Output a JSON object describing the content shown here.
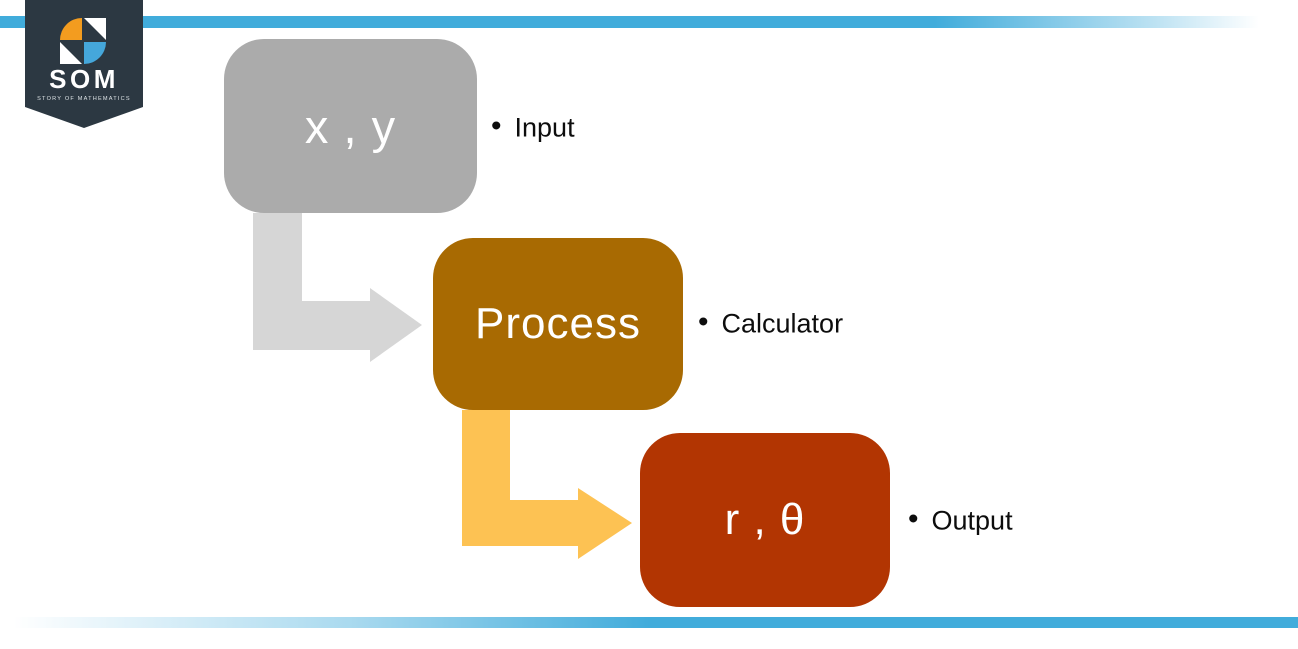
{
  "branding": {
    "logo_text": "SOM",
    "logo_caption": "STORY OF MATHEMATICS",
    "badge_color": "#2C3842",
    "logo_orange": "#F39C1F",
    "logo_blue": "#45A7DB"
  },
  "decor": {
    "accent_blue": "#41ACDB"
  },
  "diagram": {
    "bullet_char": "•",
    "nodes": [
      {
        "id": "input",
        "label": "x , y",
        "fill": "#ABABAB",
        "annotation": "Input"
      },
      {
        "id": "process",
        "label": "Process",
        "fill": "#A86A02",
        "annotation": "Calculator"
      },
      {
        "id": "output",
        "label": "r , θ",
        "fill": "#B23502",
        "annotation": "Output"
      }
    ],
    "connectors": [
      {
        "from": "input",
        "to": "process",
        "color": "#D6D6D6"
      },
      {
        "from": "process",
        "to": "output",
        "color": "#FDC253"
      }
    ]
  }
}
